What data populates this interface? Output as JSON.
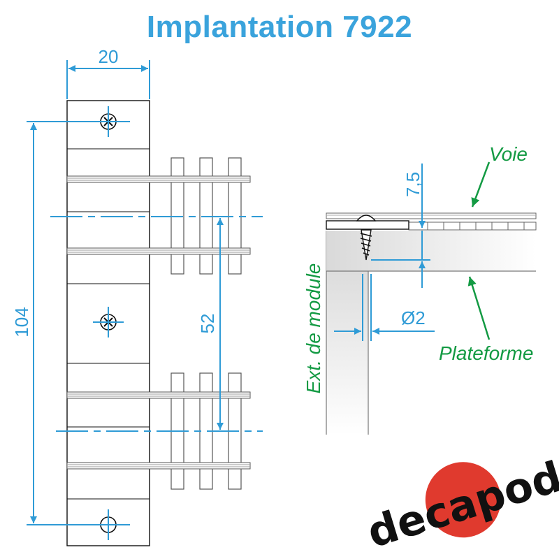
{
  "title": "Implantation 7922",
  "dimensions": {
    "width": "20",
    "height": "104",
    "spacing": "52",
    "thickness": "7,5",
    "diameter": "Ø2"
  },
  "labels": {
    "track": "Voie",
    "platform": "Plateforme",
    "module_edge": "Ext. de module"
  },
  "brand": {
    "text": "decapod"
  },
  "colors": {
    "title": "#3aa3dc",
    "dimension": "#2f9bd6",
    "label": "#139a43",
    "outline": "#111111",
    "logo_dot": "#e03a2e",
    "logo_text": "#111111"
  }
}
